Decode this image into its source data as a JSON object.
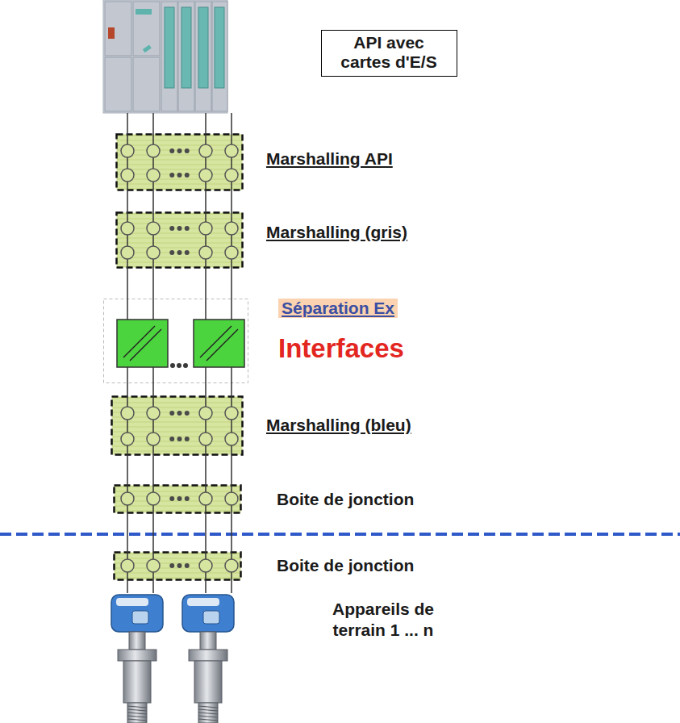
{
  "diagram": {
    "nodes": [
      {
        "text": [
          "API avec cartes d'E/S"
        ]
      },
      {
        "text": [
          "Marshalling API"
        ]
      },
      {
        "text": [
          "Marshalling (gris)"
        ]
      },
      {
        "text": [
          "Séparation Ex",
          "Interfaces"
        ]
      },
      {
        "text": [
          "Marshalling (bleu)"
        ]
      },
      {
        "text": [
          "Boite de jonction"
        ]
      },
      {
        "text": [
          "Boite de jonction"
        ]
      },
      {
        "text": [
          "Appareils de terrain 1 ... n"
        ]
      }
    ],
    "edges": [
      {
        "from": 1,
        "to": 2,
        "arrow": "none"
      },
      {
        "from": 2,
        "to": 3,
        "arrow": "none"
      },
      {
        "from": 3,
        "to": 4,
        "arrow": "none"
      },
      {
        "from": 4,
        "to": 5,
        "arrow": "none"
      },
      {
        "from": 5,
        "to": 6,
        "arrow": "none"
      },
      {
        "from": 6,
        "to": 7,
        "arrow": "none"
      }
    ]
  }
}
